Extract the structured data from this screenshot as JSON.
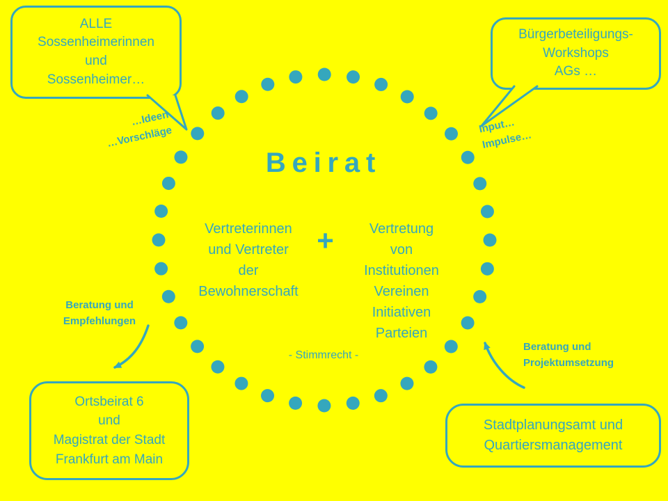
{
  "colors": {
    "background": "#FFFF00",
    "accent": "#35A7BD"
  },
  "bubbles": {
    "top_left": "ALLE\nSossenheimerinnen\nund\nSossenheimer…",
    "top_right": "Bürgerbeteiligungs-\nWorkshops\nAGs …",
    "bottom_left": "Ortsbeirat 6\nund\nMagistrat der Stadt\nFrankfurt am Main",
    "bottom_right": "Stadtplanungsamt und\nQuartiersmanagement"
  },
  "circle": {
    "title": "Beirat",
    "left_group": "Vertreterinnen\nund Vertreter\nder\nBewohnerschaft",
    "plus": "+",
    "right_group": "Vertretung\nvon\nInstitutionen\nVereinen\nInitiativen\nParteien",
    "voting_note": "- Stimmrecht -"
  },
  "labels": {
    "ideas": "…Ideen\n…Vorschläge",
    "input": "Input…\nImpulse…",
    "advice_left": "Beratung und\nEmpfehlungen",
    "advice_right": "Beratung und\nProjektumsetzung"
  }
}
